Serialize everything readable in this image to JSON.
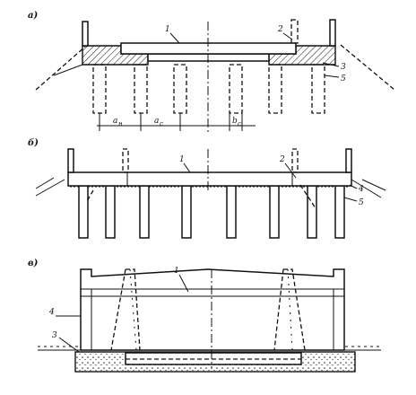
{
  "panels": {
    "a": "а)",
    "b": "б)",
    "c": "в)"
  },
  "labels": {
    "n1": "1",
    "n2": "2",
    "n3": "3",
    "n4": "4",
    "n5": "5"
  },
  "dimensions": {
    "a": "a",
    "sub_n": "н",
    "sub_c": "с",
    "b": "b",
    "sub_c2": "с"
  }
}
